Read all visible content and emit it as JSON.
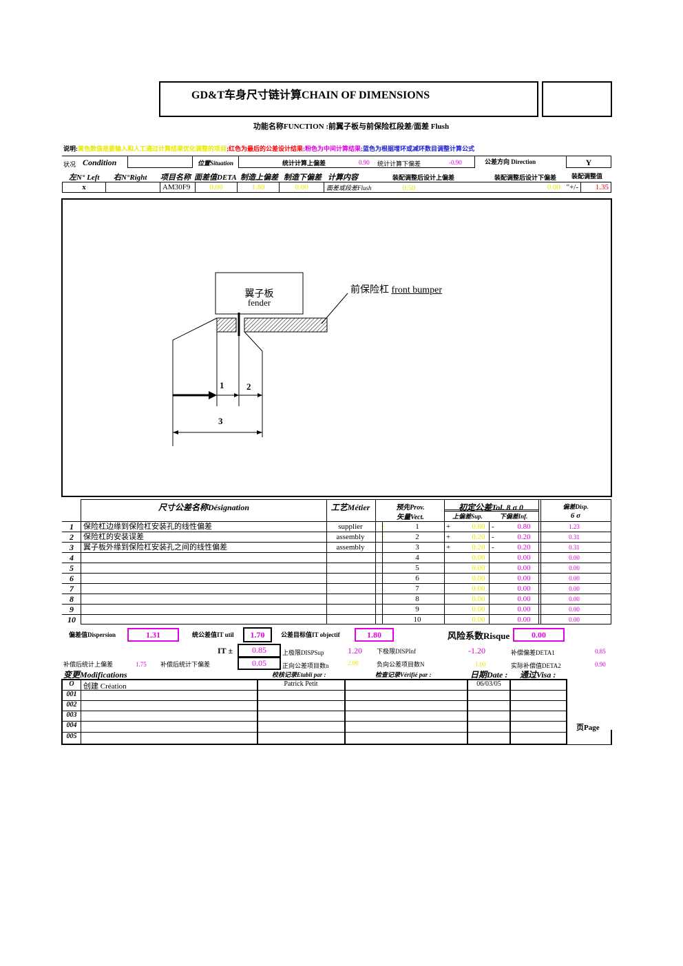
{
  "header": {
    "title": "GD&T车身尺寸链计算CHAIN OF DIMENSIONS",
    "function_label": "功能名称FUNCTION :前翼子板与前保险杠段差/面差  Flush"
  },
  "legend": {
    "prefix": "说明:",
    "yellow": "黄色数值是要输入和人工通过计算结果优化调整的项目",
    "red": ";红色为最后的公差设计结果",
    "magenta": ";粉色为中间计算结果",
    "blue": ";蓝色为根据增环或减环数目调整计算公式"
  },
  "row1": {
    "state_label": "状况",
    "condition_label": "Condition",
    "situation_label": "位置Situation",
    "stat_upper_label": "统计计算上偏差",
    "stat_upper_value": "0.90",
    "stat_lower_label": "统计计算下偏差",
    "stat_lower_value": "-0.90",
    "direction_label": "公差方向 Direction",
    "direction_value": "Y"
  },
  "row2": {
    "left": "左N° Left",
    "right": "右N°Right",
    "item": "项目名称",
    "deta": "面差值DETA",
    "mfg_upper": "制造上偏差",
    "mfg_lower": "制造下偏差",
    "calc": "计算内容",
    "adj_upper": "装配调整后设计上偏差",
    "adj_lower": "装配调整后设计下偏差",
    "adj_value": "装配调整值"
  },
  "row3": {
    "left": "x",
    "item": "AM30F9",
    "deta": "0.00",
    "mfg_upper": "1.80",
    "mfg_lower": "0.00",
    "calc": "面差或段差Flush",
    "adj_upper": "0.50",
    "adj_lower": "0.00",
    "sign": "\"+/-",
    "adj_value": "1.35"
  },
  "diagram": {
    "fender_cn": "翼子板",
    "fender_en": "fender",
    "bumper_cn": "前保险杠",
    "bumper_en": "front  bumper",
    "dim1": "1",
    "dim2": "2",
    "dim3": "3"
  },
  "tol_header": {
    "designation": "尺寸公差名称Désignation",
    "metier": "工艺Métier",
    "prov1": "预先Prov.",
    "prov2": "矢量Vect.",
    "tol": "初定公差Tol. 8 σ 0",
    "sup": "上偏差Sup.",
    "inf": "下偏差Inf.",
    "disp1": "偏差Disp.",
    "disp2": "6 σ"
  },
  "tol_rows": [
    {
      "n": "1",
      "name": "保险杠边缘到保险杠安装孔的线性偏差",
      "metier": "supplier",
      "sign": "+",
      "vect": "1",
      "sup_sign": "+",
      "sup": "0.80",
      "inf_sign": "-",
      "inf": "0.80",
      "disp": "1.23"
    },
    {
      "n": "2",
      "name": "保险杠的安装误差",
      "metier": "assembly",
      "sign": "+",
      "vect": "2",
      "sup_sign": "+",
      "sup": "0.20",
      "inf_sign": "-",
      "inf": "0.20",
      "disp": "0.31"
    },
    {
      "n": "3",
      "name": "翼子板外缘到保险杠安装孔之间的线性偏差",
      "metier": "assembly",
      "sign": "-",
      "vect": "3",
      "sup_sign": "+",
      "sup": "0.20",
      "inf_sign": "-",
      "inf": "0.20",
      "disp": "0.31"
    },
    {
      "n": "4",
      "name": "",
      "metier": "",
      "sign": "-",
      "vect": "4",
      "sup_sign": "",
      "sup": "0.00",
      "inf_sign": "",
      "inf": "0.00",
      "disp": "0.00"
    },
    {
      "n": "5",
      "name": "",
      "metier": "",
      "sign": "-",
      "vect": "5",
      "sup_sign": "",
      "sup": "0.00",
      "inf_sign": "",
      "inf": "0.00",
      "disp": "0.00"
    },
    {
      "n": "6",
      "name": "",
      "metier": "",
      "sign": "-",
      "vect": "6",
      "sup_sign": "",
      "sup": "0.00",
      "inf_sign": "",
      "inf": "0.00",
      "disp": "0.00"
    },
    {
      "n": "7",
      "name": "",
      "metier": "",
      "sign": "-",
      "vect": "7",
      "sup_sign": "",
      "sup": "0.00",
      "inf_sign": "",
      "inf": "0.00",
      "disp": "0.00"
    },
    {
      "n": "8",
      "name": "",
      "metier": "",
      "sign": "-",
      "vect": "8",
      "sup_sign": "",
      "sup": "0.00",
      "inf_sign": "",
      "inf": "0.00",
      "disp": "0.00"
    },
    {
      "n": "9",
      "name": "",
      "metier": "",
      "sign": "-",
      "vect": "9",
      "sup_sign": "",
      "sup": "0.00",
      "inf_sign": "",
      "inf": "0.00",
      "disp": "0.00"
    },
    {
      "n": "10",
      "name": "",
      "metier": "",
      "sign": "-",
      "vect": "10",
      "sup_sign": "",
      "sup": "0.00",
      "inf_sign": "",
      "inf": "0.00",
      "disp": "0.00"
    }
  ],
  "summary": {
    "dispersion_label": "偏差值Dispersion",
    "dispersion_value": "1.31",
    "it_util_label": "统公差值IT util",
    "it_util_value": "1.70",
    "it_obj_label": "公差目标值IT objectif",
    "it_obj_value": "1.80",
    "risk_label": "风险系数Risque",
    "risk_value": "0.00",
    "it_pm_label": "IT ±",
    "it_pm_value": "0.85",
    "disp_sup_label": "上极限DISPSup",
    "disp_sup_value": "1.20",
    "disp_inf_label": "下极限DISPInf",
    "disp_inf_value": "-1.20",
    "deta1_label": "补偿偏差DETA1",
    "deta1_value": "0.85",
    "comp_upper_label": "补偿后统计上偏差",
    "comp_upper_value": "1.75",
    "comp_lower_label": "补偿后统计下偏差",
    "comp_lower_value": "0.05",
    "pos_n_label": "正向公差项目数n",
    "pos_n_value": "2.00",
    "neg_n_label": "负向公差项目数N",
    "neg_n_value": "1.00",
    "deta2_label": "实际补偿值DETA2",
    "deta2_value": "0.90"
  },
  "modifications": {
    "title": "变更Modifications",
    "etabli": "校核记录Etabli par :",
    "verifie": "检查记录Vérifié par :",
    "date": "日期Date :",
    "visa": "通过Visa :",
    "rows": [
      {
        "n": "O",
        "desc": "创建 Création",
        "etabli": "Patrick Petit",
        "date": "06/03/05"
      },
      {
        "n": "001",
        "desc": "",
        "etabli": "",
        "date": ""
      },
      {
        "n": "002",
        "desc": "",
        "etabli": "",
        "date": ""
      },
      {
        "n": "003",
        "desc": "",
        "etabli": "",
        "date": ""
      },
      {
        "n": "004",
        "desc": "",
        "etabli": "",
        "date": ""
      },
      {
        "n": "005",
        "desc": "",
        "etabli": "",
        "date": ""
      }
    ],
    "page_label": "页Page"
  }
}
